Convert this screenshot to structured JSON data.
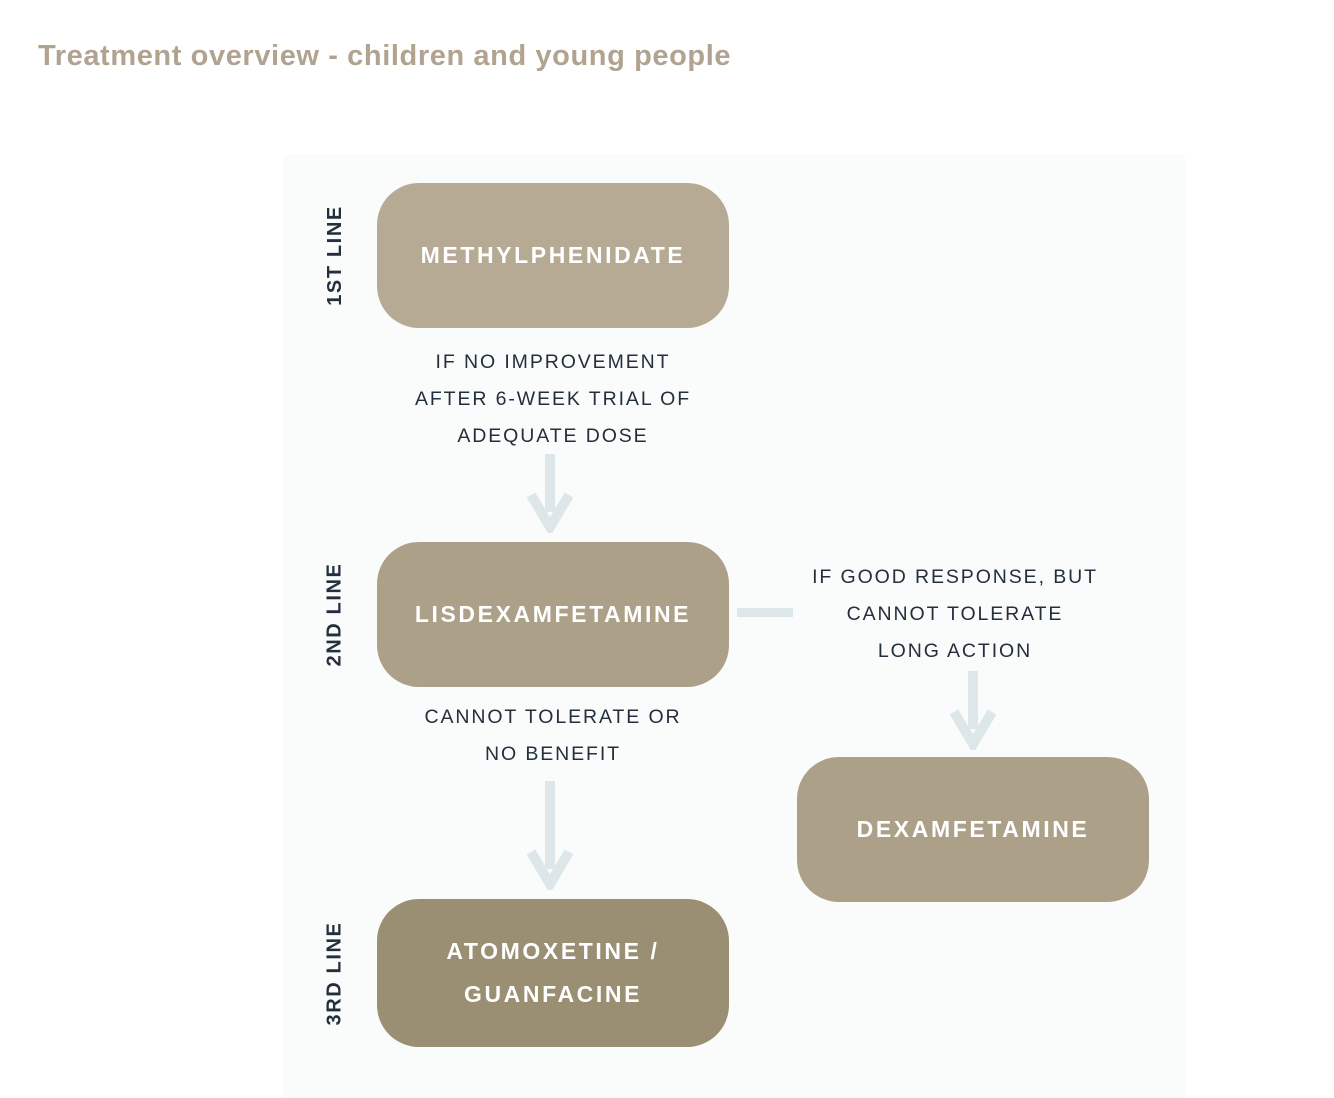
{
  "title": "Treatment overview - children and young people",
  "stage_labels": [
    "1ST LINE",
    "2ND LINE",
    "3RD LINE"
  ],
  "nodes": {
    "methylphenidate": {
      "label": "METHYLPHENIDATE",
      "color": "#b6aa95"
    },
    "lisdexamfetamine": {
      "label": "LISDEXAMFETAMINE",
      "color": "#aca088"
    },
    "dexamfetamine": {
      "label": "DEXAMFETAMINE",
      "color": "#ada089"
    },
    "atomoxetine_guanfacine": {
      "label_lines": [
        "ATOMOXETINE /",
        "GUANFACINE"
      ],
      "color": "#9a8e73"
    }
  },
  "edges": {
    "methylphenidate_to_lisdexamfetamine": {
      "lines": [
        "IF NO IMPROVEMENT",
        "AFTER 6-WEEK TRIAL OF",
        "ADEQUATE DOSE"
      ]
    },
    "lisdexamfetamine_to_dexamfetamine": {
      "lines": [
        "IF GOOD RESPONSE, BUT",
        "CANNOT TOLERATE",
        "LONG ACTION"
      ]
    },
    "lisdexamfetamine_to_atomoxetine": {
      "lines": [
        "CANNOT TOLERATE OR",
        "NO BENEFIT"
      ]
    }
  },
  "colors": {
    "title": "#b1a390",
    "dark_text": "#242f3d",
    "arrow": "#dde6e8",
    "panel_bg": "#fafbfb",
    "node_text": "#ffffff"
  }
}
